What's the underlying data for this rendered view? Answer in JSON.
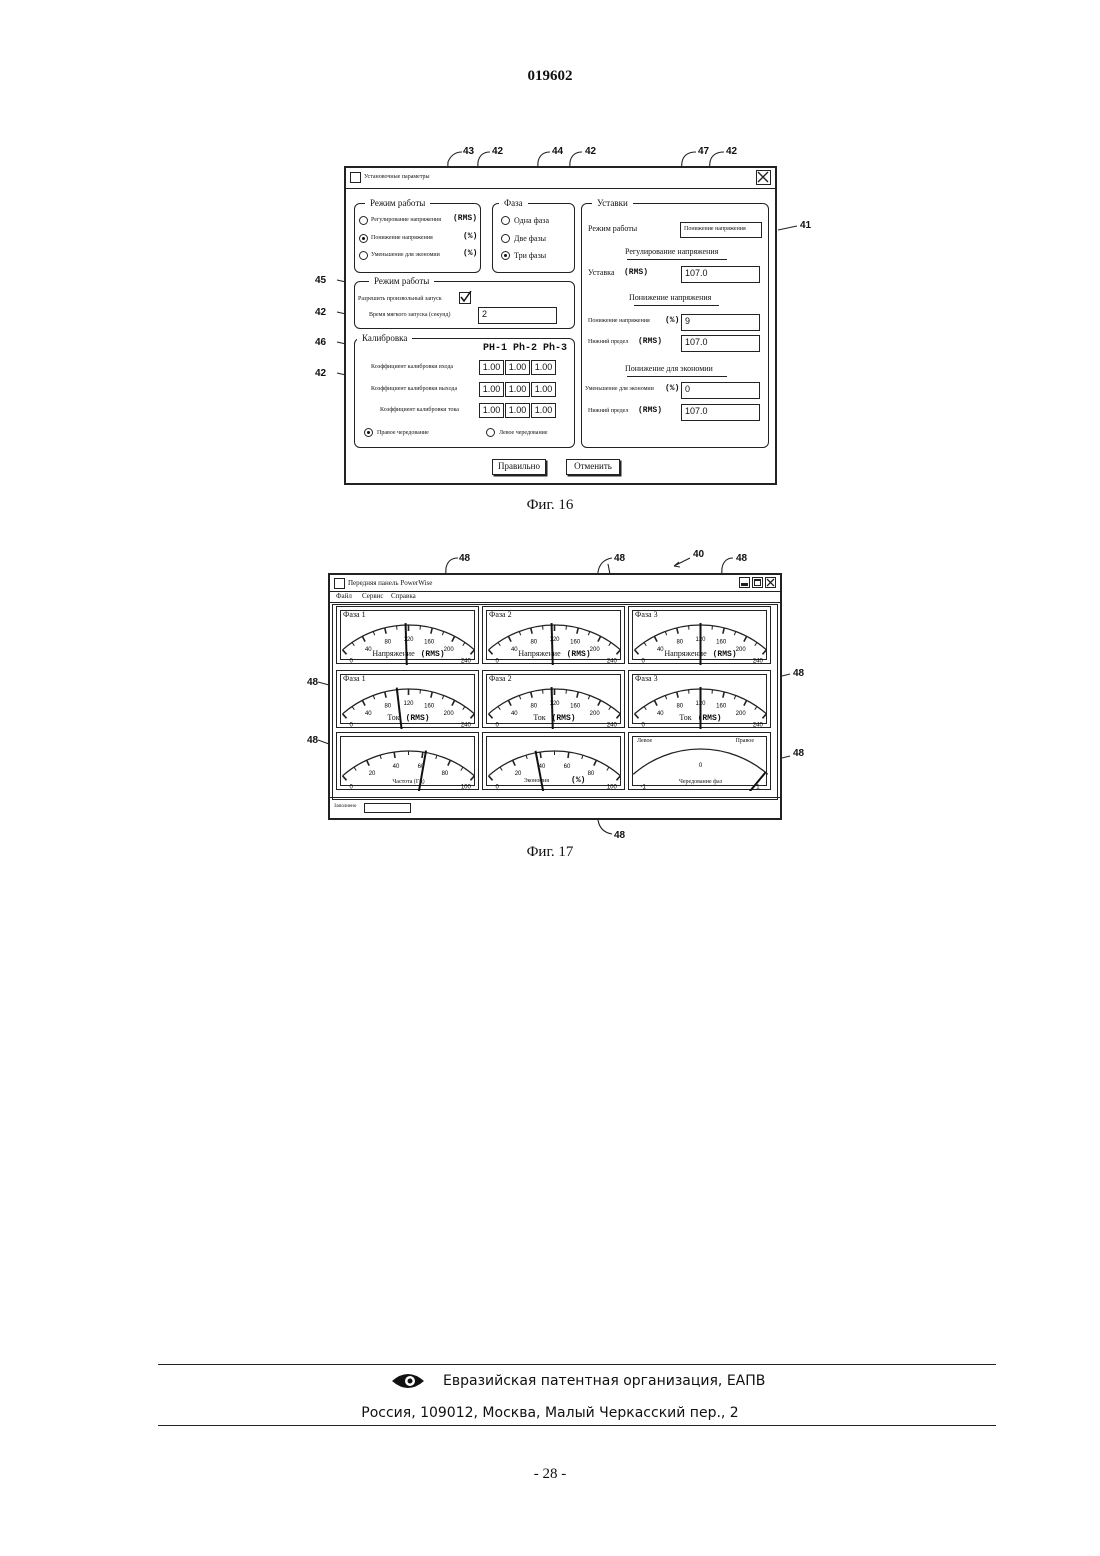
{
  "page": {
    "patent_number": "019602",
    "page_number": "- 28 -",
    "footer": {
      "org": "Евразийская патентная организация, ЕАПВ",
      "address": "Россия, 109012, Москва, Малый Черкасский пер., 2"
    }
  },
  "fig16": {
    "caption": "Фиг. 16",
    "window_title": "Установочные параметры",
    "refs": {
      "r43": "43",
      "r42": "42",
      "r44": "44",
      "r47": "47",
      "r41": "41",
      "r45": "45",
      "r46": "46"
    },
    "mode_group": {
      "legend": "Режим работы",
      "options": [
        {
          "label": "Регулирование напряжения",
          "unit": "(RMS)",
          "selected": false
        },
        {
          "label": "Понижение напряжения",
          "unit": "(%)",
          "selected": true
        },
        {
          "label": "Уменьшение для экономии",
          "unit": "(%)",
          "selected": false
        }
      ]
    },
    "phase_group": {
      "legend": "Фаза",
      "options": [
        {
          "label": "Одна фаза",
          "selected": false
        },
        {
          "label": "Две фазы",
          "selected": false
        },
        {
          "label": "Три фазы",
          "selected": true
        }
      ]
    },
    "start_group": {
      "legend": "Режим работы",
      "soft_start_label": "Разрешить произвольный запуск",
      "soft_start_checked": true,
      "soft_time_label": "Время мягкого запуска (секунд)",
      "soft_time_value": "2"
    },
    "calib_group": {
      "legend": "Калибровка",
      "headers": "PH-1 Ph-2 Ph-3",
      "rows": [
        {
          "label": "Коэффициент калибровки входа",
          "values": [
            "1.00",
            "1.00",
            "1.00"
          ]
        },
        {
          "label": "Коэффициент калибровки выхода",
          "values": [
            "1.00",
            "1.00",
            "1.00"
          ]
        },
        {
          "label": "Коэффициент калибровки тока",
          "values": [
            "1.00",
            "1.00",
            "1.00"
          ]
        }
      ],
      "rotation_right": "Правое чередование",
      "rotation_left": "Левое чередование",
      "rotation_selected": "right"
    },
    "settings_group": {
      "legend": "Уставки",
      "mode_label": "Режим работы",
      "mode_value": "Понижение напряжения",
      "reg_heading": "Регулирование напряжения",
      "setpoint_label": "Уставка",
      "setpoint_unit": "(RMS)",
      "setpoint_value": "107.0",
      "red_heading": "Понижение напряжения",
      "red_label": "Понижение напряжения",
      "red_unit": "(%)",
      "red_value": "9",
      "red_low_label": "Нижний предел",
      "red_low_unit": "(RMS)",
      "red_low_value": "107.0",
      "eco_heading": "Понижение для экономии",
      "eco_label": "Уменьшение для экономии",
      "eco_unit": "(%)",
      "eco_value": "0",
      "eco_low_label": "Нижний предел",
      "eco_low_unit": "(RMS)",
      "eco_low_value": "107.0"
    },
    "ok_label": "Правильно",
    "cancel_label": "Отменить"
  },
  "fig17": {
    "caption": "Фиг. 17",
    "window_title": "Передняя панель PowerWise",
    "menu": [
      "Файл",
      "Сервис",
      "Справка"
    ],
    "refs": {
      "r48": "48",
      "r40": "40"
    },
    "status_label": "Заполнено",
    "voltage_ticks": [
      "0",
      "40",
      "80",
      "120",
      "160",
      "200",
      "240"
    ],
    "freq_ticks": [
      "0",
      "20",
      "40",
      "60",
      "80",
      "100"
    ],
    "rotation_ticks": [
      "-1",
      "0",
      "1"
    ],
    "gauges": [
      {
        "title": "Фаза 1",
        "label": "Напряжение",
        "unit": "(RMS)",
        "needle": 0.48
      },
      {
        "title": "Фаза 2",
        "label": "Напряжение",
        "unit": "(RMS)",
        "needle": 0.48
      },
      {
        "title": "Фаза 3",
        "label": "Напряжение",
        "unit": "(RMS)",
        "needle": 0.5
      },
      {
        "title": "Фаза 1",
        "label": "Ток",
        "unit": "(RMS)",
        "needle": 0.42
      },
      {
        "title": "Фаза 2",
        "label": "Ток",
        "unit": "(RMS)",
        "needle": 0.48
      },
      {
        "title": "Фаза 3",
        "label": "Ток",
        "unit": "(RMS)",
        "needle": 0.5
      },
      {
        "title": "",
        "label": "Частота (Гц)",
        "unit": "",
        "needle": 0.62
      },
      {
        "title": "",
        "label": "Экономия",
        "unit": "(%)",
        "needle": 0.37
      },
      {
        "title": "",
        "label": "Чередование фаз",
        "unit": "",
        "needle": 0.98,
        "left_text": "Левое",
        "right_text": "Правое"
      }
    ]
  }
}
